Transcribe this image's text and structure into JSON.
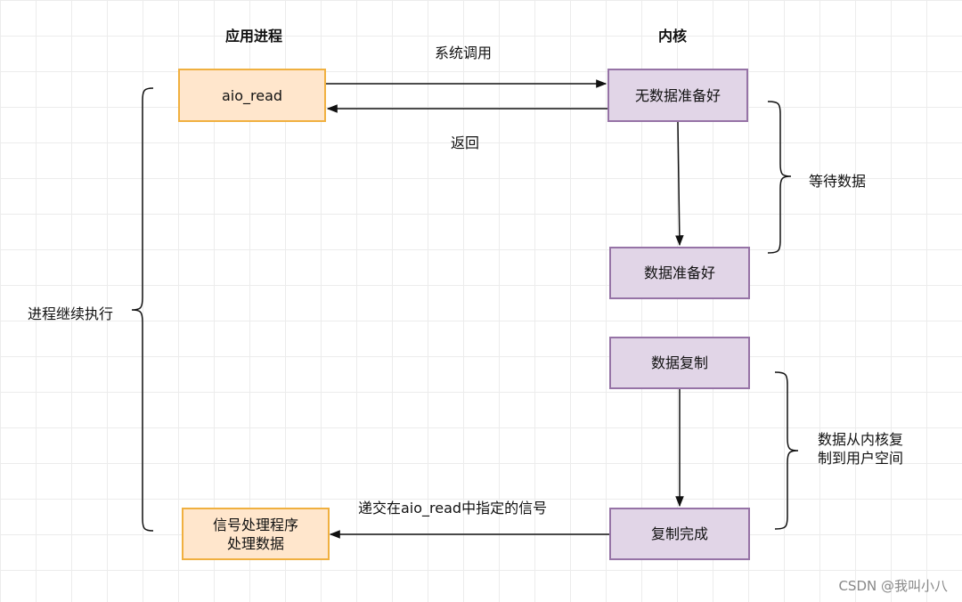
{
  "headings": {
    "app_process": "应用进程",
    "kernel": "内核"
  },
  "boxes": {
    "aio_read": "aio_read",
    "no_data_ready": "无数据准备好",
    "data_ready": "数据准备好",
    "data_copy": "数据复制",
    "copy_complete": "复制完成",
    "signal_handler": [
      "信号处理程序",
      "处理数据"
    ]
  },
  "labels": {
    "syscall": "系统调用",
    "return": "返回",
    "wait_data": "等待数据",
    "copy_to_user": [
      "数据从内核复",
      "制到用户空间"
    ],
    "process_continue": "进程继续执行",
    "deliver_signal": "递交在aio_read中指定的信号"
  },
  "watermark": "CSDN @我叫小八",
  "colors": {
    "orange_fill": "#ffe6cc",
    "orange_border": "#f0b040",
    "purple_fill": "#e1d5e7",
    "purple_border": "#9673a6",
    "line": "#111111"
  }
}
